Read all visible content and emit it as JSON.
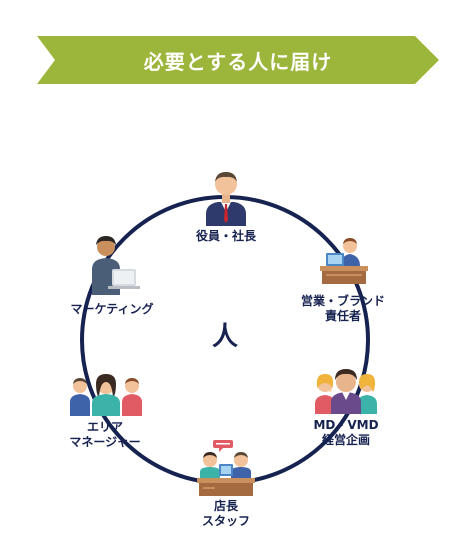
{
  "banner": {
    "title": "必要とする人に届け",
    "color": "#9cb53b"
  },
  "center": {
    "label": "人"
  },
  "ring_color": "#16224f",
  "roles": [
    {
      "label_lines": [
        "役員・社長"
      ],
      "icon": "executive-icon"
    },
    {
      "label_lines": [
        "営業・ブランド",
        "責任者"
      ],
      "icon": "sales-desk-icon"
    },
    {
      "label_lines": [
        "MD・VMD",
        "経営企画"
      ],
      "icon": "planning-team-icon"
    },
    {
      "label_lines": [
        "店長",
        "スタッフ"
      ],
      "icon": "store-staff-icon"
    },
    {
      "label_lines": [
        "エリア",
        "マネージャー"
      ],
      "icon": "area-manager-team-icon"
    },
    {
      "label_lines": [
        "マーケティング"
      ],
      "icon": "marketing-laptop-icon"
    }
  ]
}
